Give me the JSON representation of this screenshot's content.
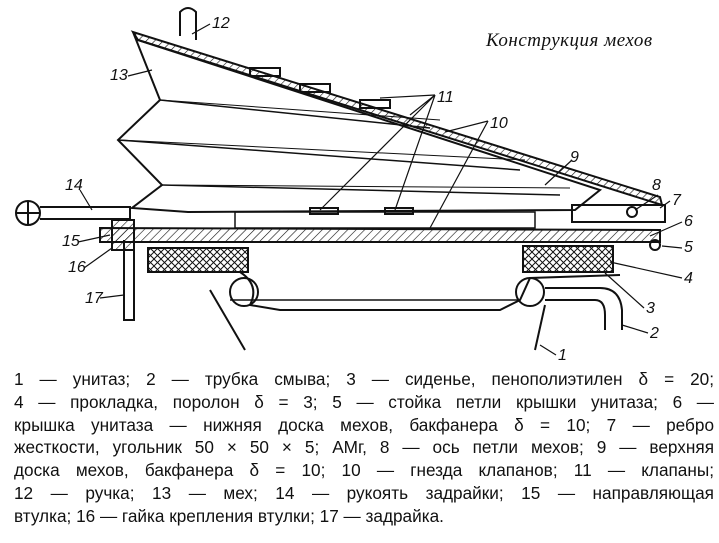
{
  "title": "Конструкция мехов",
  "labels": [
    "12",
    "13",
    "11",
    "10",
    "9",
    "8",
    "7",
    "6",
    "5",
    "4",
    "3",
    "2",
    "1",
    "14",
    "15",
    "16",
    "17"
  ],
  "caption_lines": [
    "1 — унитаз; 2 — трубка смыва; 3 — сиденье, пенополиэтилен δ = 20;",
    "4 — прокладка, поролон δ = 3; 5 — стойка петли крышки унитаза; 6 —",
    "крышка унитаза — нижняя доска мехов, бакфанера δ = 10; 7 — ребро",
    "жесткости, угольник 50 × 50 × 5; АМг, 8 — ось петли мехов; 9 — верхняя",
    "доска мехов, бакфанера δ = 10; 10 — гнезда клапанов; 11 — клапаны;",
    "12 — ручка; 13 — мех; 14 — рукоять задрайки; 15 — направляющая",
    "втулка; 16 — гайка крепления втулки; 17 — задрайка."
  ]
}
